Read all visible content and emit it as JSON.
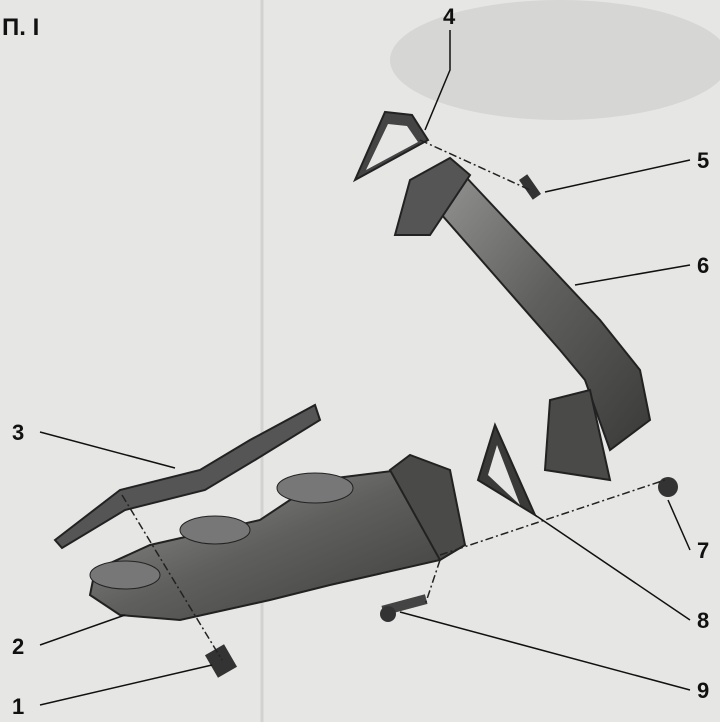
{
  "figure_label": "П. I",
  "callouts": [
    "1",
    "2",
    "3",
    "4",
    "5",
    "6",
    "7",
    "8",
    "9"
  ]
}
